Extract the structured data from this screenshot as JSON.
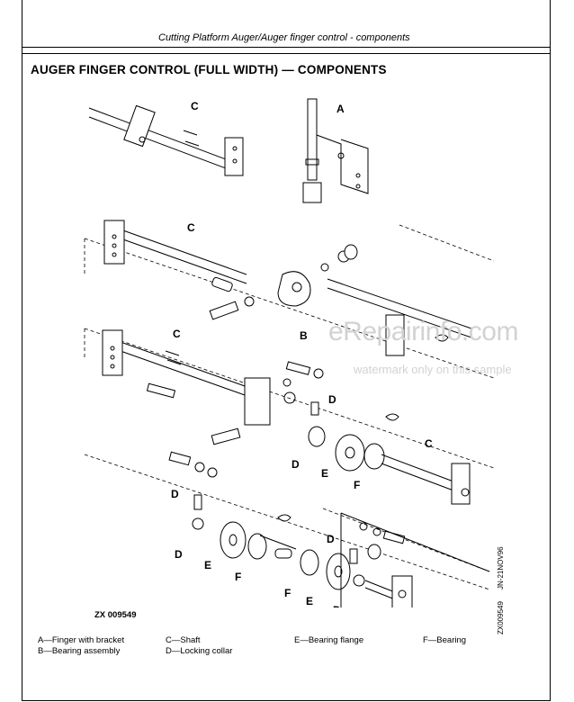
{
  "header": {
    "running_title": "Cutting Platform Auger/Auger finger control - components"
  },
  "section": {
    "title": "AUGER FINGER CONTROL (FULL WIDTH) — COMPONENTS"
  },
  "callouts": {
    "A": "A",
    "B": "B",
    "C": "C",
    "D": "D",
    "E": "E",
    "F": "F"
  },
  "figure": {
    "number": "ZX 009549",
    "side_code_1": "JN-21NOV96",
    "side_code_2": "ZX009549"
  },
  "legend": {
    "col1": [
      "A—Finger with bracket",
      "B—Bearing assembly"
    ],
    "col2": [
      "C—Shaft",
      "D—Locking collar"
    ],
    "col3": [
      "E—Bearing flange"
    ],
    "col4": [
      "F—Bearing"
    ]
  },
  "watermark": {
    "main": "eRepairinfo.com",
    "sub": "watermark only on this sample"
  }
}
